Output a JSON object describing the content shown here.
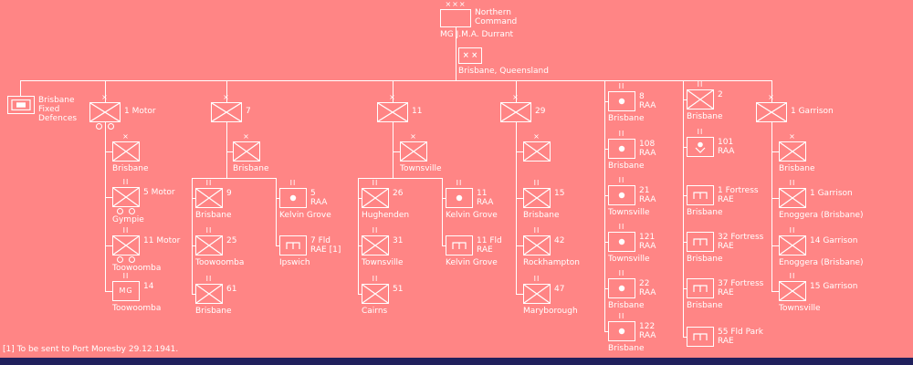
{
  "command": {
    "name1": "Northern",
    "name2": "Command",
    "commander": "MG J.M.A. Durrant",
    "hq_location": "Brisbane, Queensland"
  },
  "marks": {
    "command": "×××",
    "brigade": "×",
    "battalion": "II"
  },
  "footnote": "[1] To be sent to Port Moresby 29.12.1941.",
  "units": {
    "fixed": {
      "l1": "Brisbane",
      "l2": "Fixed",
      "l3": "Defences"
    },
    "motor1": {
      "name": "1 Motor"
    },
    "motor1_hq": {
      "loc": "Brisbane"
    },
    "motor5": {
      "name": "5 Motor",
      "loc": "Gympie"
    },
    "motor11": {
      "name": "11 Motor",
      "loc": "Toowoomba"
    },
    "mg14": {
      "name": "14",
      "sym": "MG",
      "loc": "Toowoomba"
    },
    "bde7": {
      "name": "7"
    },
    "bde7_hq": {
      "loc": "Brisbane"
    },
    "bn9": {
      "name": "9",
      "loc": "Brisbane"
    },
    "bn25": {
      "name": "25",
      "loc": "Toowoomba"
    },
    "bn61": {
      "name": "61",
      "loc": "Brisbane"
    },
    "raa5": {
      "n1": "5",
      "n2": "RAA",
      "loc": "Kelvin Grove"
    },
    "rae7": {
      "n1": "7 Fld",
      "n2": "RAE [1]",
      "loc": "Ipswich"
    },
    "bde11": {
      "name": "11"
    },
    "bde11_hq": {
      "loc": "Townsville"
    },
    "bn26": {
      "name": "26",
      "loc": "Hughenden"
    },
    "bn31": {
      "name": "31",
      "loc": "Townsville"
    },
    "bn51": {
      "name": "51",
      "loc": "Cairns"
    },
    "raa11": {
      "n1": "11",
      "n2": "RAA",
      "loc": "Kelvin Grove"
    },
    "rae11": {
      "n1": "11 Fld",
      "n2": "RAE",
      "loc": "Kelvin Grove"
    },
    "bde29": {
      "name": "29"
    },
    "bn15": {
      "name": "15",
      "loc": "Brisbane"
    },
    "bn42": {
      "name": "42",
      "loc": "Rockhampton"
    },
    "bn47": {
      "name": "47",
      "loc": "Maryborough"
    },
    "raa8": {
      "n1": "8",
      "n2": "RAA",
      "loc": "Brisbane"
    },
    "raa108": {
      "n1": "108",
      "n2": "RAA",
      "loc": "Brisbane"
    },
    "raa21": {
      "n1": "21",
      "n2": "RAA",
      "loc": "Townsville"
    },
    "raa121": {
      "n1": "121",
      "n2": "RAA",
      "loc": "Townsville"
    },
    "raa22": {
      "n1": "22",
      "n2": "RAA",
      "loc": "Brisbane"
    },
    "raa122": {
      "n1": "122",
      "n2": "RAA",
      "loc": "Brisbane"
    },
    "unit2": {
      "name": "2",
      "loc": "Brisbane"
    },
    "raa101": {
      "n1": "101",
      "n2": "RAA"
    },
    "rae1f": {
      "n1": "1 Fortress",
      "n2": "RAE",
      "loc": "Brisbane"
    },
    "rae32f": {
      "n1": "32 Fortress",
      "n2": "RAE",
      "loc": "Brisbane"
    },
    "rae37f": {
      "n1": "37 Fortress",
      "n2": "RAE",
      "loc": "Brisbane"
    },
    "rae55": {
      "n1": "55 Fld Park",
      "n2": "RAE"
    },
    "gar_bde": {
      "name": "1 Garrison"
    },
    "gar_hq": {
      "loc": "Brisbane"
    },
    "gar1": {
      "name": "1 Garrison",
      "loc": "Enoggera (Brisbane)"
    },
    "gar14": {
      "name": "14 Garrison",
      "loc": "Enoggera (Brisbane)"
    },
    "gar15": {
      "name": "15 Garrison",
      "loc": "Townsville"
    }
  },
  "colors": {
    "background": "#ff8585",
    "line": "#ffffff",
    "text": "#ffffff",
    "footer_bar": "#20205c"
  }
}
